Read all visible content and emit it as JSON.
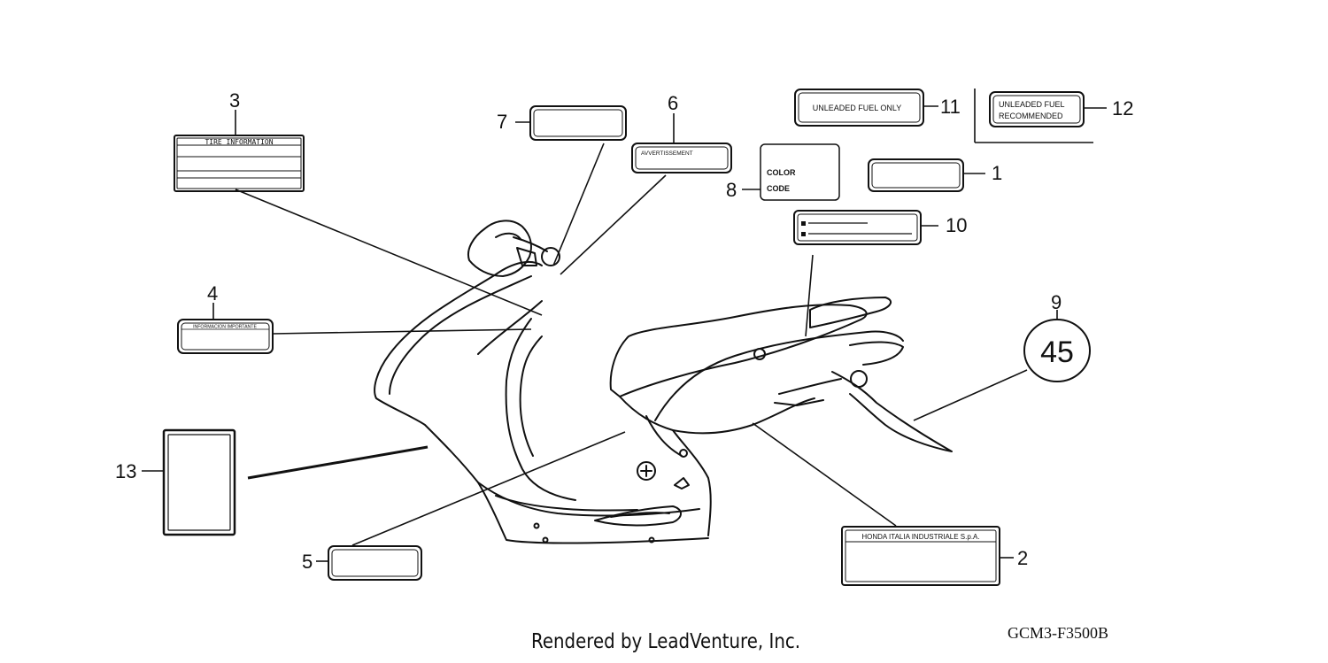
{
  "callouts": [
    "1",
    "2",
    "3",
    "4",
    "5",
    "6",
    "7",
    "8",
    "9",
    "10",
    "11",
    "12",
    "13"
  ],
  "labels": {
    "tire_information": "TIRE INFORMATION",
    "avvertissement": "AVVERTISSEMENT",
    "informacion_importante": "INFORMACION IMPORTANTE",
    "color": "COLOR",
    "code": "CODE",
    "unleaded_fuel_only": "UNLEADED FUEL ONLY",
    "unleaded_fuel": "UNLEADED FUEL",
    "recommended": "RECOMMENDED",
    "honda_italia": "HONDA ITALIA INDUSTRIALE S.p.A.",
    "speed_45": "45"
  },
  "footer": {
    "rendered_by": "Rendered by LeadVenture, Inc.",
    "diagram_code": "GCM3-F3500B"
  }
}
